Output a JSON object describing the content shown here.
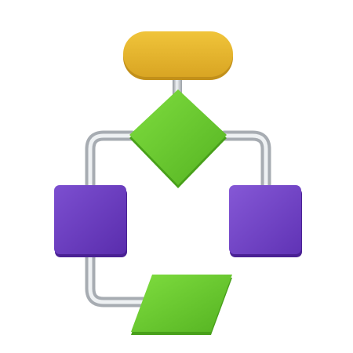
{
  "illustration": {
    "icon_name": "flowchart-icon",
    "colors": {
      "terminal": "#E3B52C",
      "decision": "#6ACB2D",
      "process": "#6A3BBF",
      "io": "#6ACB2D",
      "connector": "#C9CDD1",
      "background": "#FFFFFF"
    },
    "shapes": [
      "terminal-pill",
      "decision-diamond",
      "process-box-left",
      "process-box-right",
      "io-parallelogram"
    ]
  }
}
